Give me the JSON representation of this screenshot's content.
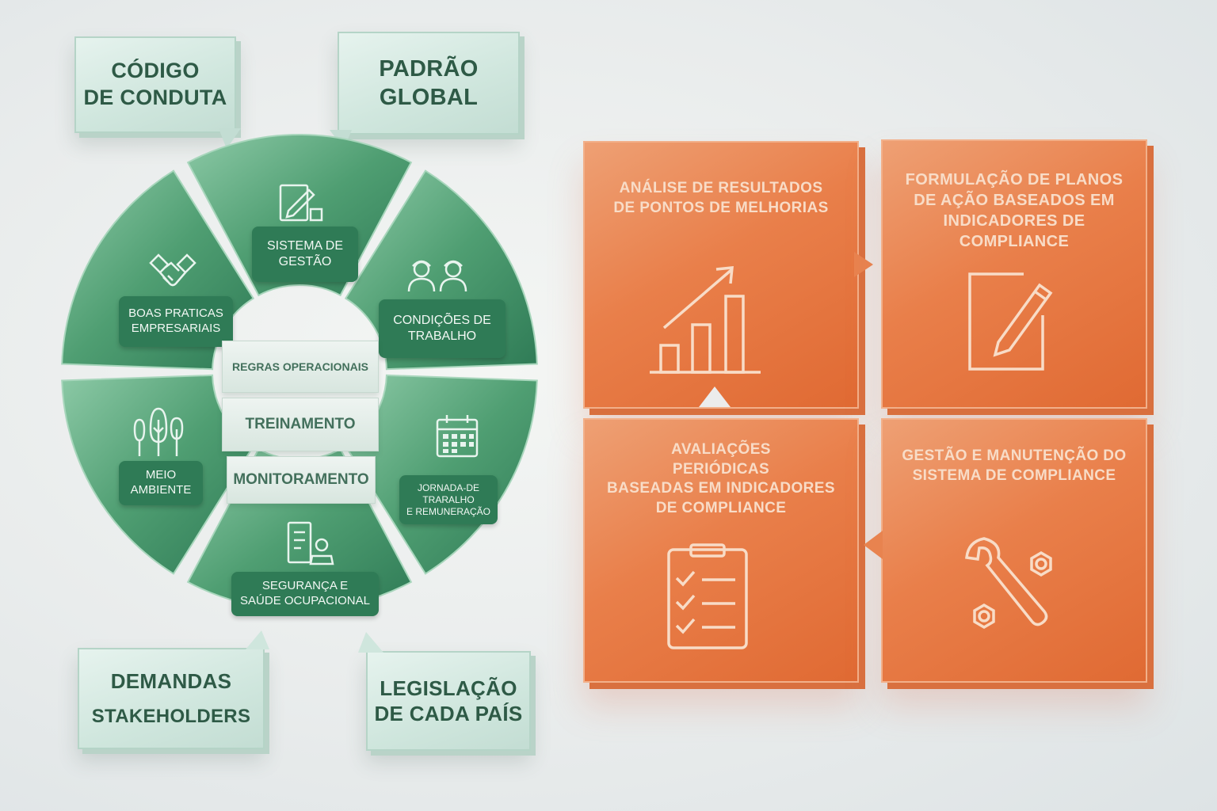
{
  "callouts": {
    "codigo": [
      "CÓDIGO",
      "DE CONDUTA"
    ],
    "padrao": [
      "PADRÃO",
      "GLOBAL"
    ],
    "demandas": [
      "DEMANDAS",
      "STAKEHOLDERS"
    ],
    "legislacao": [
      "LEGISLAÇÃO",
      "DE CADA PAÍS"
    ]
  },
  "wheel": {
    "segments": [
      {
        "icon": "edit-document-icon",
        "label": [
          "SISTEMA DE",
          "GESTÃO"
        ]
      },
      {
        "icon": "workers-icon",
        "label": [
          "CONDIÇÕES DE",
          "TRABALHO"
        ]
      },
      {
        "icon": "calendar-icon",
        "label": [
          "JORNADA-DE",
          "TRARALHO",
          "E REMUNERAÇÃO"
        ]
      },
      {
        "icon": "safety-document-icon",
        "label": [
          "SEGURANÇA E",
          "SAÚDE OCUPACIONAL"
        ]
      },
      {
        "icon": "trees-icon",
        "label": [
          "MEIO",
          "AMBIENTE"
        ]
      },
      {
        "icon": "handshake-icon",
        "label": [
          "BOAS PRATICAS",
          "EMPRESARIAIS"
        ]
      }
    ],
    "layers": [
      "REGRAS OPERACIONAIS",
      "TREINAMENTO",
      "MONITORAMENTO"
    ]
  },
  "tiles": [
    {
      "icon": "growth-chart-icon",
      "lines": [
        "ANÁLISE DE RESULTADOS",
        "DE PONTOS DE MELHORIAS"
      ]
    },
    {
      "icon": "pencil-document-icon",
      "lines": [
        "FORMULAÇÃO DE PLANOS",
        "DE AÇÃO BASEADOS EM",
        "INDICADORES DE",
        "COMPLIANCE"
      ]
    },
    {
      "icon": "checklist-icon",
      "lines": [
        "AVALIAÇÕES",
        "PERIÓDICAS",
        "BASEADAS EM INDICADORES",
        "DE COMPLIANCE"
      ]
    },
    {
      "icon": "tools-icon",
      "lines": [
        "GESTÃO E MANUTENÇÃO DO",
        "SISTEMA DE COMPLIANCE"
      ]
    }
  ],
  "colors": {
    "green_dark": "#2f7b56",
    "green_segment": "#4f9e72",
    "orange": "#e97f4a"
  }
}
